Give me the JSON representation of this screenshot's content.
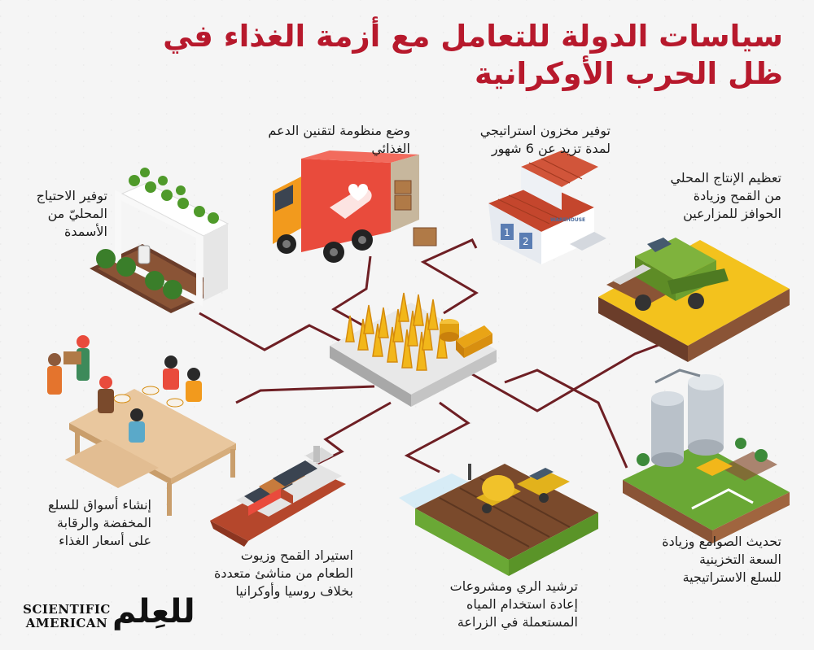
{
  "title": "سياسات الدولة للتعامل مع أزمة الغذاء في ظل الحرب الأوكرانية",
  "colors": {
    "title": "#b7192c",
    "connector": "#6e1f24",
    "wheat": "#f2b71a",
    "soil": "#7a4a2c",
    "grass": "#6aa835",
    "truck_body": "#e94b3c"
  },
  "policies": [
    {
      "id": "fertilizer",
      "text": "توفير الاحتياج\nالمحليّ من\nالأسمدة",
      "icon": "greenhouse-icon"
    },
    {
      "id": "food-support",
      "text": "وضع منظومة لتقنين الدعم\nالغذائي",
      "icon": "truck-icon"
    },
    {
      "id": "reserve",
      "text": "توفير مخزون استراتيجي\nلمدة تزيد عن 6 شهور",
      "icon": "warehouse-icon"
    },
    {
      "id": "wheat-production",
      "text": "تعظيم الإنتاج المحلي\nمن القمح وزيادة\nالحوافز للمزارعين",
      "icon": "harvester-icon"
    },
    {
      "id": "markets",
      "text": "إنشاء أسواق للسلع\nالمخفضة والرقابة\nعلى أسعار الغذاء",
      "icon": "market-icon"
    },
    {
      "id": "imports",
      "text": "استيراد القمح وزيوت\nالطعام من مناشئ متعددة\nبخلاف روسيا وأوكرانيا",
      "icon": "cargo-ship-icon"
    },
    {
      "id": "irrigation",
      "text": "ترشيد الري ومشروعات\nإعادة استخدام المياه\nالمستعملة في الزراعة",
      "icon": "irrigation-icon"
    },
    {
      "id": "silos",
      "text": "تحديث الصوامع وزيادة\nالسعة التخزينية\nللسلع الاستراتيجية",
      "icon": "silo-icon"
    }
  ],
  "warehouse_sign": "WAREHOUSE",
  "dock_numbers": [
    "1",
    "2"
  ],
  "logo": {
    "en_line1": "SCIENTIFIC",
    "en_line2": "AMERICAN",
    "ar": "للعِلم"
  }
}
